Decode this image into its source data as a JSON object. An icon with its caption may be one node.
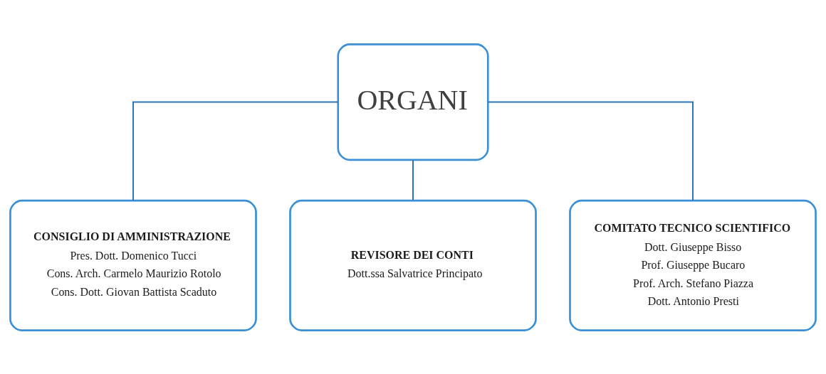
{
  "diagram": {
    "nodes": [
      {
        "text": [
          "ORGANI"
        ]
      },
      {
        "text": [
          "CONSIGLIO DI AMMINISTRAZIONE",
          "Pres. Dott. Domenico Tucci",
          "Cons. Arch. Carmelo Maurizio Rotolo",
          "Cons. Dott. Giovan Battista Scaduto"
        ]
      },
      {
        "text": [
          "REVISORE DEI CONTI",
          "Dott.ssa Salvatrice Principato"
        ]
      },
      {
        "text": [
          "COMITATO TECNICO SCIENTIFICO",
          "Dott. Giuseppe Bisso",
          "Prof. Giuseppe Bucaro",
          "Prof. Arch. Stefano Piazza",
          "Dott. Antonio Presti"
        ]
      }
    ],
    "edges": [
      {
        "from": 0,
        "to": 1,
        "arrow": "none"
      },
      {
        "from": 0,
        "to": 2,
        "arrow": "none"
      },
      {
        "from": 0,
        "to": 3,
        "arrow": "none"
      }
    ]
  }
}
